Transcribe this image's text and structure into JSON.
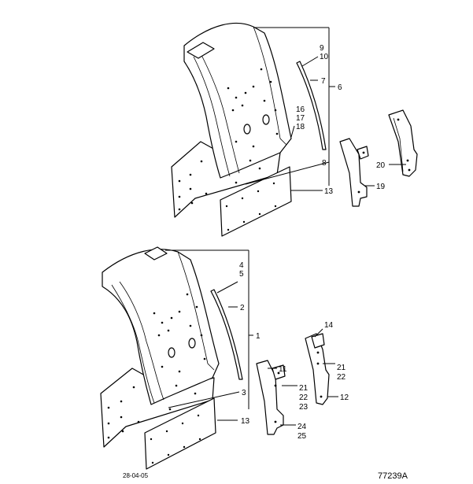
{
  "upper_assembly": {
    "labels": {
      "l9": "9",
      "l10": "10",
      "l7": "7",
      "l6": "6",
      "l16": "16",
      "l17": "17",
      "l18": "18",
      "l8": "8",
      "l13": "13",
      "l20": "20",
      "l19": "19"
    }
  },
  "lower_assembly": {
    "labels": {
      "l4": "4",
      "l5": "5",
      "l2": "2",
      "l1": "1",
      "l14": "14",
      "l11": "11",
      "l21a": "21",
      "l22a": "22",
      "l21b": "21",
      "l22b": "22",
      "l23": "23",
      "l12": "12",
      "l3": "3",
      "l13": "13",
      "l24": "24",
      "l25": "25"
    }
  },
  "footer": {
    "date": "28-04-05",
    "drawing_number": "77239A"
  }
}
